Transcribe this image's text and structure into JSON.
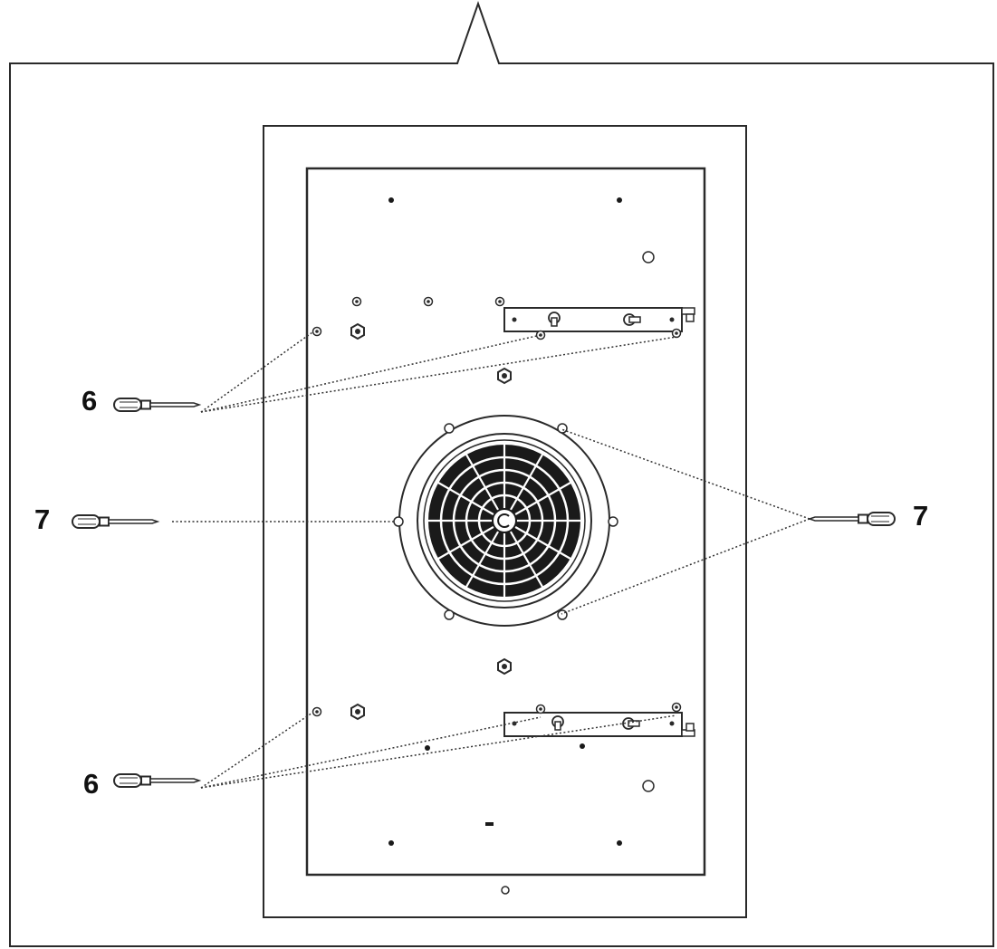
{
  "callouts": {
    "upper_left": "6",
    "lower_left": "6",
    "mid_left": "7",
    "mid_right": "7"
  },
  "colors": {
    "line": "#2a2a2a",
    "background": "#ffffff",
    "fan_grille": "#1a1a1a"
  }
}
